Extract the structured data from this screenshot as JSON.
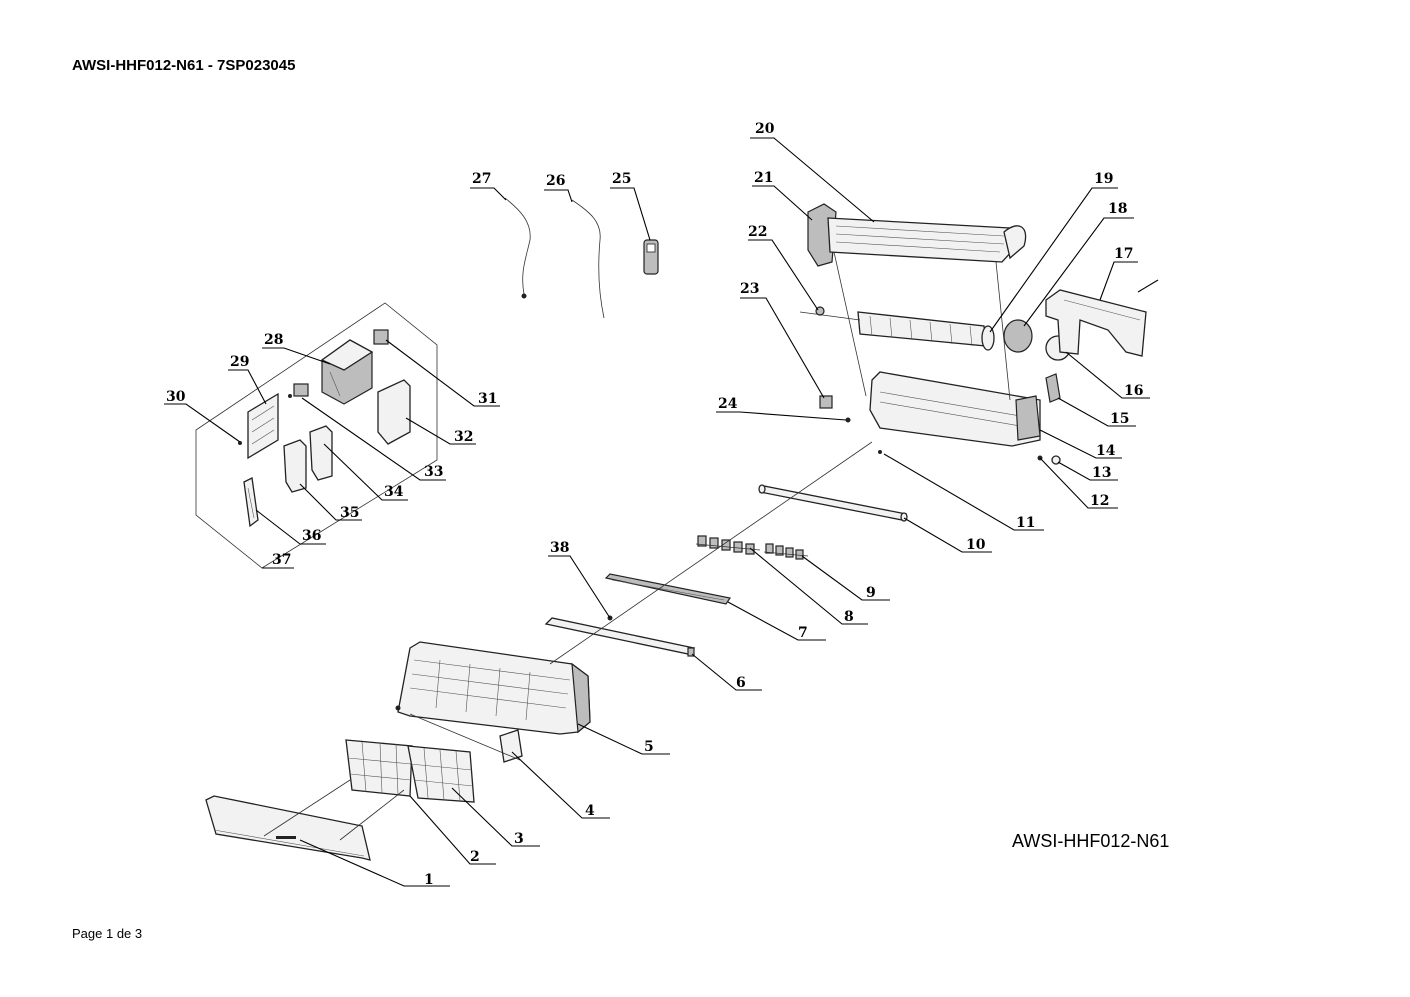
{
  "header": {
    "title": "AWSI-HHF012-N61 - 7SP023045"
  },
  "diagram": {
    "model_label": "AWSI-HHF012-N61",
    "callouts": [
      {
        "id": "1",
        "label": "1"
      },
      {
        "id": "2",
        "label": "2"
      },
      {
        "id": "3",
        "label": "3"
      },
      {
        "id": "4",
        "label": "4"
      },
      {
        "id": "5",
        "label": "5"
      },
      {
        "id": "6",
        "label": "6"
      },
      {
        "id": "7",
        "label": "7"
      },
      {
        "id": "8",
        "label": "8"
      },
      {
        "id": "9",
        "label": "9"
      },
      {
        "id": "10",
        "label": "10"
      },
      {
        "id": "11",
        "label": "11"
      },
      {
        "id": "12",
        "label": "12"
      },
      {
        "id": "13",
        "label": "13"
      },
      {
        "id": "14",
        "label": "14"
      },
      {
        "id": "15",
        "label": "15"
      },
      {
        "id": "16",
        "label": "16"
      },
      {
        "id": "17",
        "label": "17"
      },
      {
        "id": "18",
        "label": "18"
      },
      {
        "id": "19",
        "label": "19"
      },
      {
        "id": "20",
        "label": "20"
      },
      {
        "id": "21",
        "label": "21"
      },
      {
        "id": "22",
        "label": "22"
      },
      {
        "id": "23",
        "label": "23"
      },
      {
        "id": "24",
        "label": "24"
      },
      {
        "id": "25",
        "label": "25"
      },
      {
        "id": "26",
        "label": "26"
      },
      {
        "id": "27",
        "label": "27"
      },
      {
        "id": "28",
        "label": "28"
      },
      {
        "id": "29",
        "label": "29"
      },
      {
        "id": "30",
        "label": "30"
      },
      {
        "id": "31",
        "label": "31"
      },
      {
        "id": "32",
        "label": "32"
      },
      {
        "id": "33",
        "label": "33"
      },
      {
        "id": "34",
        "label": "34"
      },
      {
        "id": "35",
        "label": "35"
      },
      {
        "id": "36",
        "label": "36"
      },
      {
        "id": "37",
        "label": "37"
      },
      {
        "id": "38",
        "label": "38"
      }
    ]
  },
  "footer": {
    "page": "Page 1 de 3"
  }
}
